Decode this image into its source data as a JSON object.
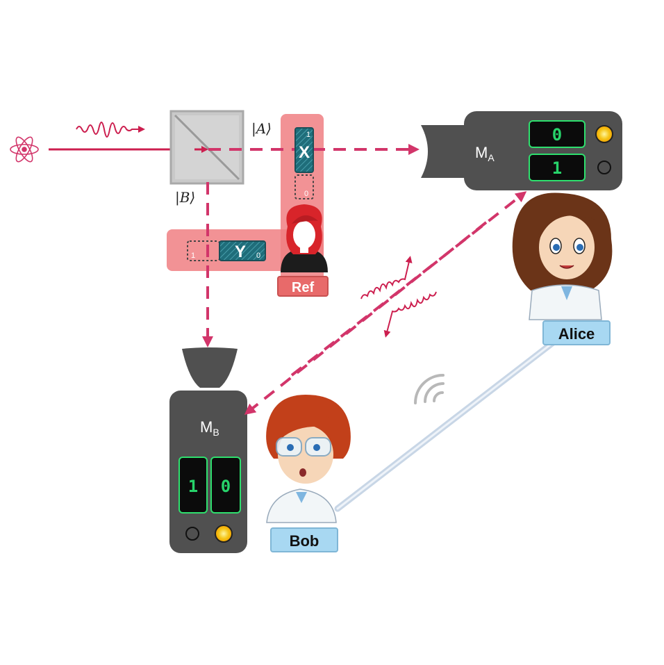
{
  "labels": {
    "ket_a": "|A⟩",
    "ket_b": "|B⟩",
    "ref": "Ref",
    "alice": "Alice",
    "bob": "Bob",
    "x_gate": "X",
    "y_gate": "Y",
    "x_top": "1",
    "x_bottom": "0",
    "y_left": "1",
    "y_right": "0"
  },
  "detector_a": {
    "main": "M",
    "subscript": "A",
    "displays": [
      "0",
      "1"
    ],
    "lit_index": 0
  },
  "detector_b": {
    "main": "M",
    "subscript": "B",
    "displays": [
      "1",
      "0"
    ],
    "lit_index": 1
  },
  "colors": {
    "beam": "#cc1f4f",
    "beam_dashed": "#d2356a",
    "ref_panel": "#f07f82",
    "detector": "#505050",
    "display_border": "#2ee06e",
    "indicator_on": "#f5c518",
    "name_plate": "#a8d8f2",
    "ref_plate": "#e86a6a"
  }
}
